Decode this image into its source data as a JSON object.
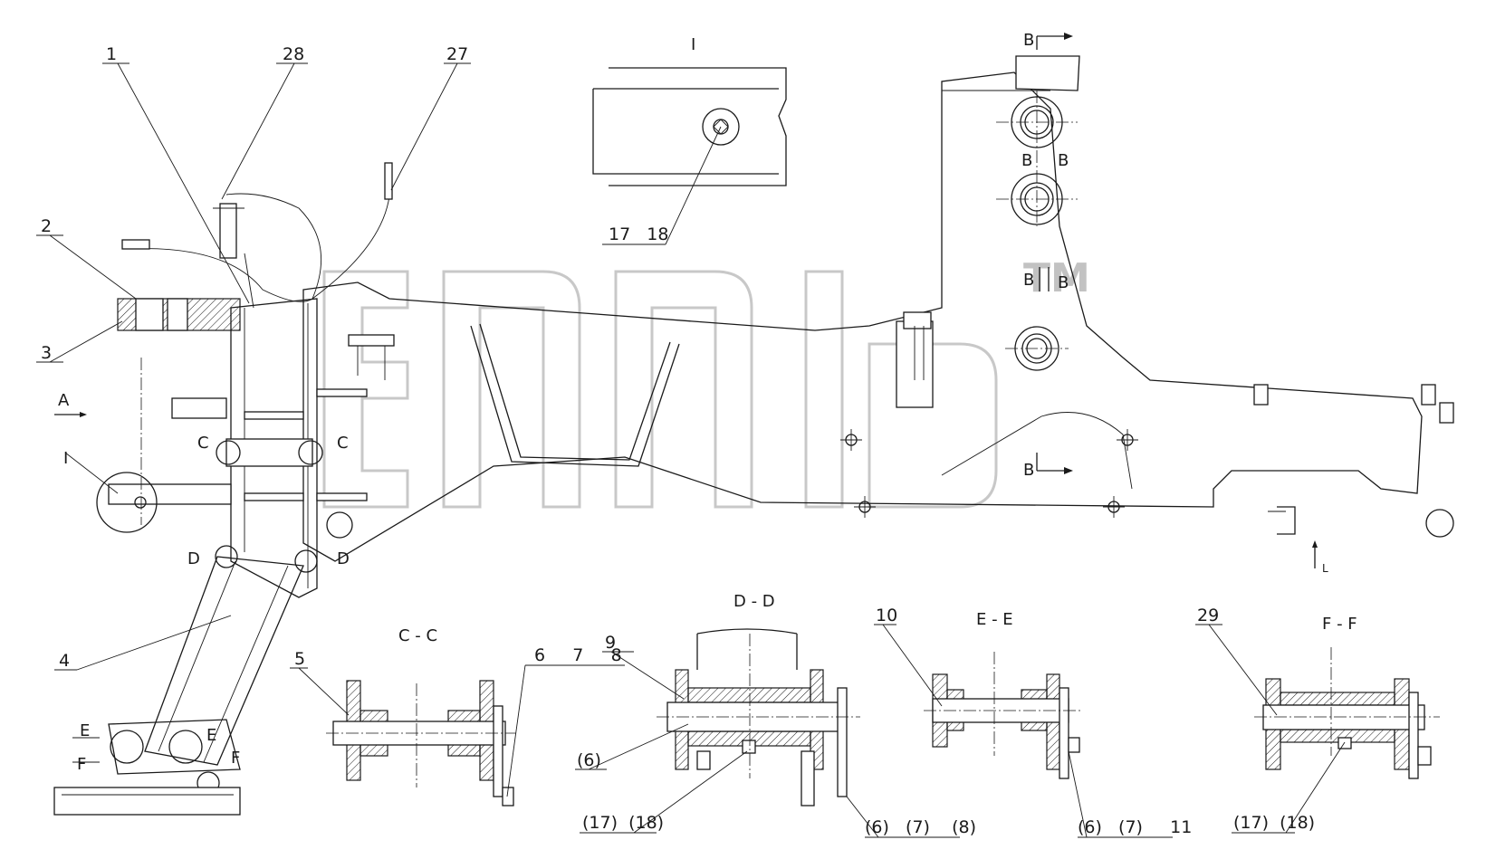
{
  "watermark": {
    "text": "TM"
  },
  "section_titles": {
    "detail_i": "I",
    "c_c": "C - C",
    "d_d": "D - D",
    "e_e": "E - E",
    "f_f": "F - F"
  },
  "view_markers": {
    "a": "A",
    "b": "B",
    "c": "C",
    "d": "D",
    "e": "E",
    "f": "F",
    "i": "I",
    "l": "L"
  },
  "part_numbers": {
    "p1": "1",
    "p2": "2",
    "p3": "3",
    "p4": "4",
    "p5": "5",
    "p9": "9",
    "p10": "10",
    "p27": "27",
    "p28": "28",
    "p29": "29",
    "p17_18": "17   18",
    "p6_7_8": "6     7     8",
    "dd_6": "(6)",
    "dd_17_18": "(17)  (18)",
    "dd_6_7_8": "(6)   (7)    (8)",
    "ee_6_7_11": "(6)   (7)     11",
    "ff_17_18": "(17)  (18)"
  }
}
